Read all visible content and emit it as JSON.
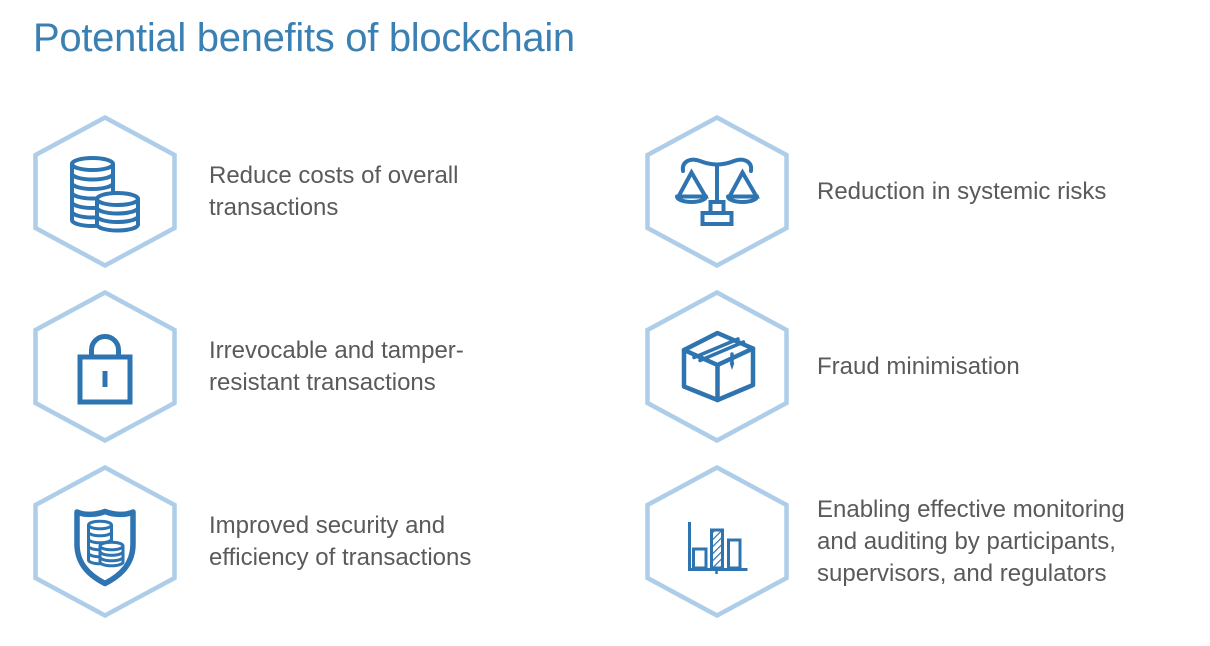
{
  "title": "Potential benefits of blockchain",
  "colors": {
    "background": "#ffffff",
    "title": "#3b80b3",
    "icon_stroke": "#2e74b0",
    "hex_border": "#aecde9",
    "text": "#5a5a5a"
  },
  "benefits": [
    {
      "icon": "coins-icon",
      "label": "Reduce costs of overall transactions"
    },
    {
      "icon": "scales-icon",
      "label": "Reduction in systemic risks"
    },
    {
      "icon": "lock-icon",
      "label": "Irrevocable and tamper-resistant transactions"
    },
    {
      "icon": "box-icon",
      "label": "Fraud minimisation"
    },
    {
      "icon": "shield-coins-icon",
      "label": "Improved security and efficiency of transactions"
    },
    {
      "icon": "bar-chart-icon",
      "label": "Enabling effective monitoring and auditing by participants, supervisors, and regulators"
    }
  ]
}
